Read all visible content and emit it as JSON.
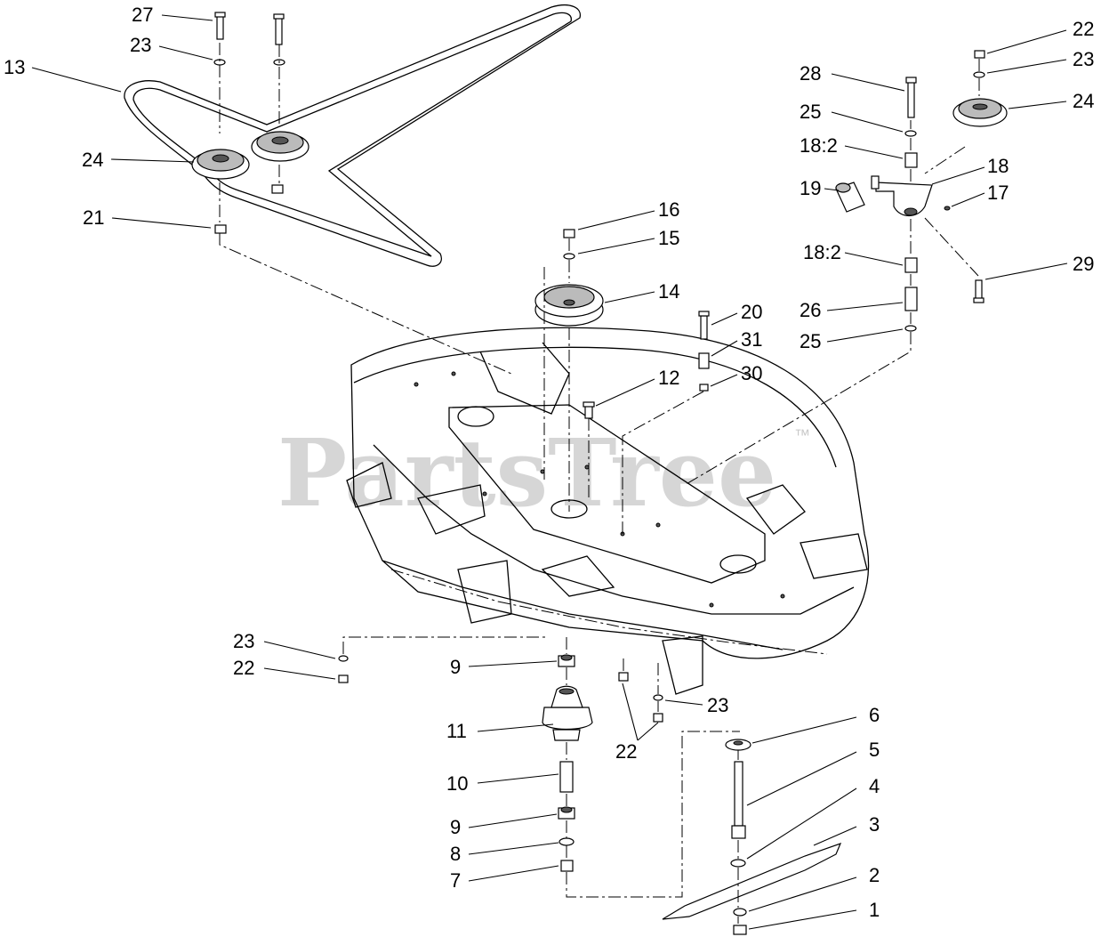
{
  "watermark": {
    "text": "PartsTree",
    "trademark": "™"
  },
  "callouts": [
    {
      "id": "c27a",
      "text": "27"
    },
    {
      "id": "c23a",
      "text": "23"
    },
    {
      "id": "c13",
      "text": "13"
    },
    {
      "id": "c24a",
      "text": "24"
    },
    {
      "id": "c21",
      "text": "21"
    },
    {
      "id": "c16",
      "text": "16"
    },
    {
      "id": "c15",
      "text": "15"
    },
    {
      "id": "c14",
      "text": "14"
    },
    {
      "id": "c20",
      "text": "20"
    },
    {
      "id": "c31",
      "text": "31"
    },
    {
      "id": "c30",
      "text": "30"
    },
    {
      "id": "c12",
      "text": "12"
    },
    {
      "id": "c28",
      "text": "28"
    },
    {
      "id": "c25a",
      "text": "25"
    },
    {
      "id": "c18_2a",
      "text": "18:2"
    },
    {
      "id": "c19",
      "text": "19"
    },
    {
      "id": "c18",
      "text": "18"
    },
    {
      "id": "c17",
      "text": "17"
    },
    {
      "id": "c18_2b",
      "text": "18:2"
    },
    {
      "id": "c26",
      "text": "26"
    },
    {
      "id": "c25b",
      "text": "25"
    },
    {
      "id": "c29",
      "text": "29"
    },
    {
      "id": "c22a",
      "text": "22"
    },
    {
      "id": "c23b",
      "text": "23"
    },
    {
      "id": "c24b",
      "text": "24"
    },
    {
      "id": "c23c",
      "text": "23"
    },
    {
      "id": "c22b",
      "text": "22"
    },
    {
      "id": "c9a",
      "text": "9"
    },
    {
      "id": "c11",
      "text": "11"
    },
    {
      "id": "c10",
      "text": "10"
    },
    {
      "id": "c9b",
      "text": "9"
    },
    {
      "id": "c8",
      "text": "8"
    },
    {
      "id": "c7",
      "text": "7"
    },
    {
      "id": "c23d",
      "text": "23"
    },
    {
      "id": "c22c",
      "text": "22"
    },
    {
      "id": "c6",
      "text": "6"
    },
    {
      "id": "c5",
      "text": "5"
    },
    {
      "id": "c4",
      "text": "4"
    },
    {
      "id": "c3",
      "text": "3"
    },
    {
      "id": "c2",
      "text": "2"
    },
    {
      "id": "c1",
      "text": "1"
    }
  ]
}
